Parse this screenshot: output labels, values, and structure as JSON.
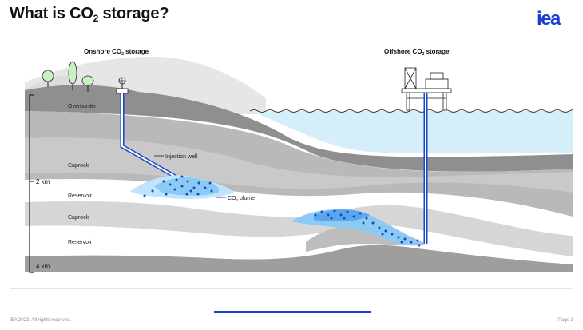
{
  "title": {
    "main": "What is CO",
    "sub": "2",
    "suffix": " storage?"
  },
  "logo": {
    "text": "iea",
    "color": "#1a3fd0"
  },
  "labels": {
    "onshore": {
      "main": "Onshore CO",
      "sub": "2",
      "suffix": " storage"
    },
    "offshore": {
      "main": "Offshore CO",
      "sub": "2",
      "suffix": " storage"
    },
    "overburden": "Overburden",
    "caprock_upper": "Caprock",
    "reservoir_upper": "Reservoir",
    "caprock_lower": "Caprock",
    "reservoir_lower": "Reservoir",
    "injection_well": "Injection well",
    "plume": {
      "main": "CO",
      "sub": "2",
      "suffix": " plume"
    },
    "depth_2km": "2 km",
    "depth_4km": "4 km"
  },
  "colors": {
    "plume": "#5aa6ec",
    "plume_light": "#bfe4fb",
    "dots": "#1747c8",
    "sea": "#d4eff9",
    "pipe": "#1747c8"
  },
  "progress": {
    "fraction": 1.0
  },
  "footer": {
    "copyright": "IEA 2022. All rights reserved.",
    "page": "Page 3"
  }
}
